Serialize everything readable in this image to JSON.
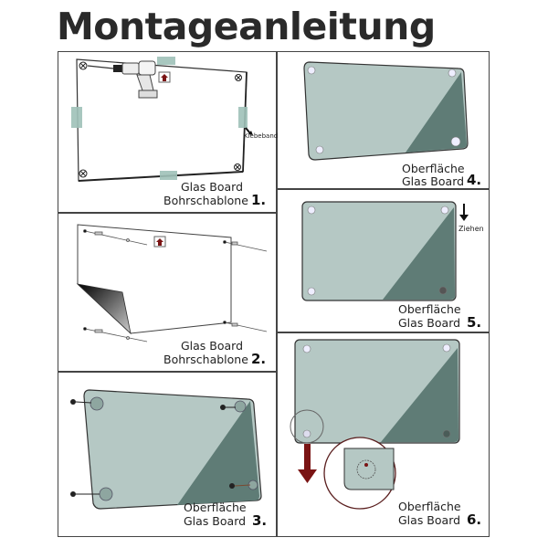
{
  "title": "Montageanleitung",
  "colors": {
    "glass_light": "#b5c8c4",
    "glass_dark": "#5f7c76",
    "tape": "#9fc1b8",
    "arrow_red": "#7a1414",
    "frame": "#444444"
  },
  "steps": [
    {
      "number": "1.",
      "caption_line1": "Glas Board",
      "caption_line2": "Bohrschablone",
      "annotation": "Klebeband"
    },
    {
      "number": "2.",
      "caption_line1": "Glas Board",
      "caption_line2": "Bohrschablone"
    },
    {
      "number": "3.",
      "caption_line1": "Oberfläche",
      "caption_line2": "Glas Board"
    },
    {
      "number": "4.",
      "caption_line1": "Oberfläche",
      "caption_line2": "Glas Board"
    },
    {
      "number": "5.",
      "caption_line1": "Oberfläche",
      "caption_line2": "Glas Board",
      "annotation": "Ziehen"
    },
    {
      "number": "6.",
      "caption_line1": "Oberfläche",
      "caption_line2": "Glas Board"
    }
  ]
}
